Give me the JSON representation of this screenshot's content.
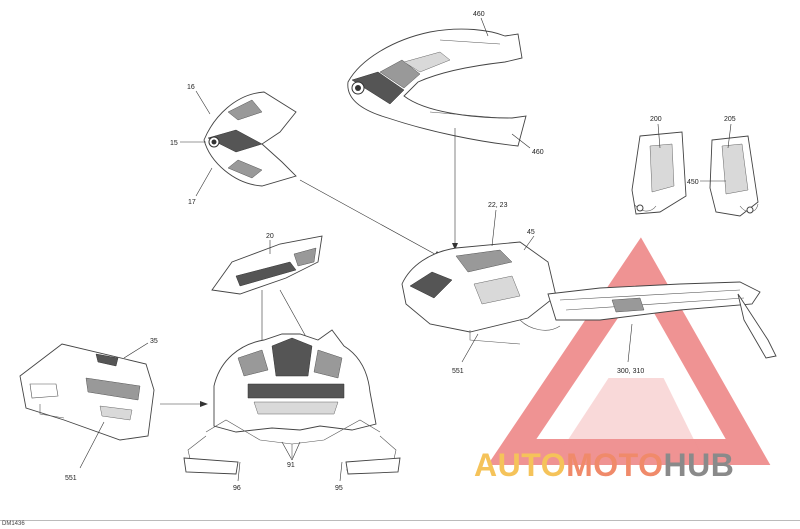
{
  "diagram": {
    "callouts": {
      "c460_top": "460",
      "c460_bottom": "460",
      "c16": "16",
      "c15": "15",
      "c17": "17",
      "c200": "200",
      "c205": "205",
      "c450": "450",
      "c22_23": "22, 23",
      "c45": "45",
      "c20": "20",
      "c35": "35",
      "c551_left": "551",
      "c551_right": "551",
      "c300_310": "300, 310",
      "c91": "91",
      "c96": "96",
      "c95": "95"
    },
    "drawing_code": "DM1436"
  },
  "watermark": {
    "part1": "AUTO",
    "part2": "MOTO",
    "part3": "HUB",
    "color_auto": "#f5c35a",
    "color_moto": "#f08a6a",
    "color_hub": "#8a8a8a",
    "logo_color": "#e23b3b"
  }
}
